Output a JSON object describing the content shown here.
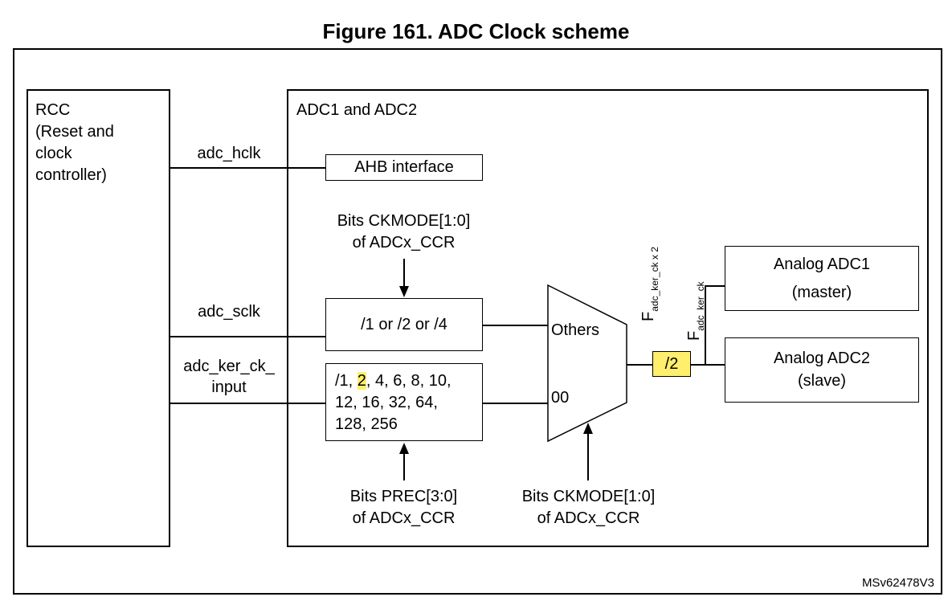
{
  "figure": {
    "title": "Figure 161. ADC Clock scheme",
    "ref_code": "MSv62478V3"
  },
  "rcc": {
    "lines": [
      "RCC",
      "(Reset and",
      "clock",
      "controller)"
    ]
  },
  "signals": {
    "hclk": "adc_hclk",
    "sclk": "adc_sclk",
    "ker_ck_line1": "adc_ker_ck_",
    "ker_ck_line2": "input"
  },
  "adc_group": {
    "label": "ADC1 and ADC2"
  },
  "ahb": {
    "label": "AHB interface"
  },
  "ckmode_top": {
    "line1": "Bits CKMODE[1:0]",
    "line2": "of ADCx_CCR"
  },
  "div_sclk": {
    "label": "/1 or /2 or /4"
  },
  "prescaler": {
    "line1_pre": "/1, ",
    "line1_hl": "2",
    "line1_post": ", 4, 6, 8, 10,",
    "line2": "12, 16, 32, 64,",
    "line3": "128, 256"
  },
  "prec_bits": {
    "line1": "Bits PREC[3:0]",
    "line2": "of ADCx_CCR"
  },
  "ckmode_bottom": {
    "line1": "Bits CKMODE[1:0]",
    "line2": "of ADCx_CCR"
  },
  "mux": {
    "input_others": "Others",
    "input_00": "00"
  },
  "freq_labels": {
    "fx2_main": "F",
    "fx2_sub": "adc_ker_ck x 2",
    "f_main": "F",
    "f_sub": "adc_ker_ck"
  },
  "div2": {
    "label": "/2"
  },
  "analog_adc1": {
    "line1": "Analog ADC1",
    "line2": "(master)"
  },
  "analog_adc2": {
    "line1": "Analog ADC2",
    "line2": "(slave)"
  },
  "colors": {
    "highlight": "#ffef6c",
    "stroke": "#000000"
  }
}
